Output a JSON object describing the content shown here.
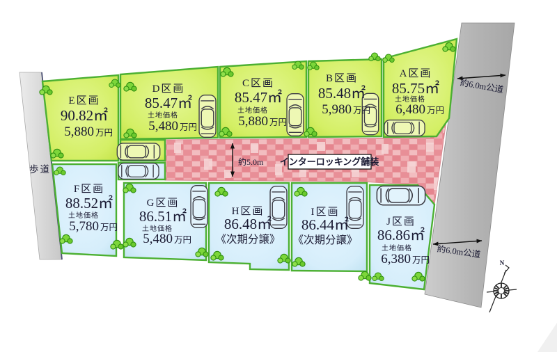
{
  "plots": [
    {
      "id": "A",
      "name": "A区画",
      "area": "85.75㎡",
      "price_label": "土地価格",
      "price_value": "6,480",
      "price_unit": "万円"
    },
    {
      "id": "B",
      "name": "B区画",
      "area": "85.48㎡",
      "price_value": "5,980",
      "price_unit": "万円"
    },
    {
      "id": "C",
      "name": "C区画",
      "area": "85.47㎡",
      "price_label": "土地価格",
      "price_value": "5,880",
      "price_unit": "万円"
    },
    {
      "id": "D",
      "name": "D区画",
      "area": "85.47㎡",
      "price_label": "土地価格",
      "price_value": "5,480",
      "price_unit": "万円"
    },
    {
      "id": "E",
      "name": "E区画",
      "area": "90.82㎡",
      "price_value": "5,880",
      "price_unit": "万円"
    },
    {
      "id": "F",
      "name": "F区画",
      "area": "88.52㎡",
      "price_label": "土地価格",
      "price_value": "5,780",
      "price_unit": "万円"
    },
    {
      "id": "G",
      "name": "G区画",
      "area": "86.51㎡",
      "price_label": "土地価格",
      "price_value": "5,480",
      "price_unit": "万円"
    },
    {
      "id": "H",
      "name": "H区画",
      "area": "86.48㎡",
      "status": "《次期分譲》"
    },
    {
      "id": "I",
      "name": "I区画",
      "area": "86.44㎡",
      "status": "《次期分譲》"
    },
    {
      "id": "J",
      "name": "J区画",
      "area": "86.86㎡",
      "price_label": "土地価格",
      "price_value": "6,380",
      "price_unit": "万円"
    }
  ],
  "labels": {
    "sidewalk": "歩道",
    "pavement": "インターロッキング舗装",
    "pavement_width": "約5.0m",
    "road_top": "約6.0m公道",
    "road_bottom": "約6.0m公道",
    "compass_north": "N"
  },
  "colors": {
    "plot_green": "#d4ef65",
    "plot_blue": "#d6eefb",
    "border_green": "#4cb032",
    "pavement_pink": "#e9959c",
    "road_gray": "#bdbdbd",
    "sidewalk_gray": "#dcdcdc",
    "text": "#1a1a33"
  }
}
